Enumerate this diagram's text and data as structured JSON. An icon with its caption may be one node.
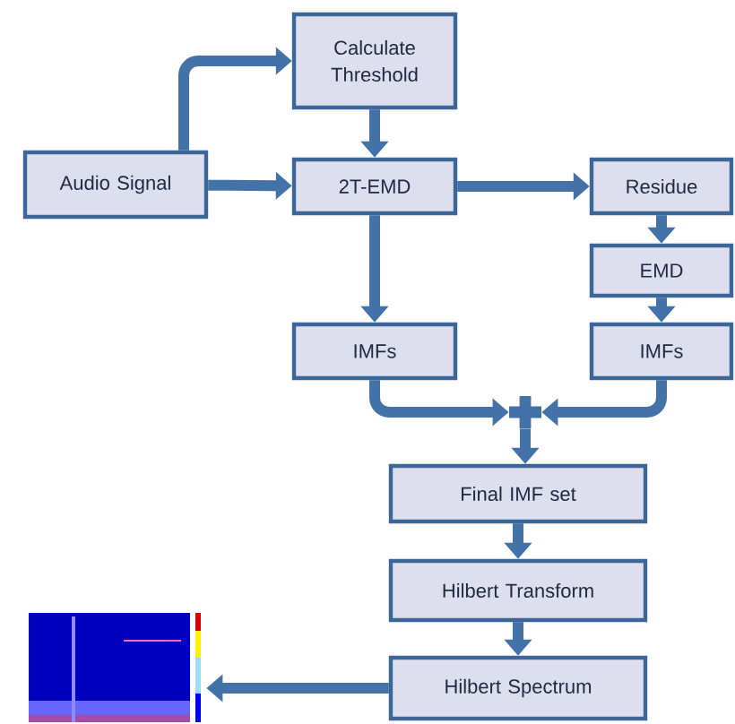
{
  "diagram": {
    "nodes": [
      {
        "text": [
          "Audio Signal"
        ]
      },
      {
        "text": [
          "Calculate Threshold"
        ]
      },
      {
        "text": [
          "2T-EMD"
        ]
      },
      {
        "text": [
          "Residue"
        ]
      },
      {
        "text": [
          "EMD"
        ]
      },
      {
        "text": [
          "IMFs"
        ]
      },
      {
        "text": [
          "IMFs"
        ]
      },
      {
        "text": [],
        "shape": "cross"
      },
      {
        "text": [
          "Final IMF set"
        ]
      },
      {
        "text": [
          "Hilbert Transform"
        ]
      },
      {
        "text": [
          "Hilbert Spectrum"
        ]
      },
      {
        "text": [],
        "shape": "picture"
      }
    ],
    "edges": [
      {
        "from": 0,
        "to": 1,
        "arrow": "to"
      },
      {
        "from": 0,
        "to": 2,
        "arrow": "to"
      },
      {
        "from": 1,
        "to": 2,
        "arrow": "to"
      },
      {
        "from": 2,
        "to": 3,
        "arrow": "to"
      },
      {
        "from": 3,
        "to": 4,
        "arrow": "to"
      },
      {
        "from": 2,
        "to": 5,
        "arrow": "to"
      },
      {
        "from": 4,
        "to": 6,
        "arrow": "to"
      },
      {
        "from": 5,
        "to": 7,
        "arrow": "to"
      },
      {
        "from": 6,
        "to": 7,
        "arrow": "to"
      },
      {
        "from": 7,
        "to": 8,
        "arrow": "to"
      },
      {
        "from": 8,
        "to": 9,
        "arrow": "to"
      },
      {
        "from": 9,
        "to": 10,
        "arrow": "to"
      },
      {
        "from": 10,
        "to": 11,
        "arrow": "to"
      }
    ]
  }
}
